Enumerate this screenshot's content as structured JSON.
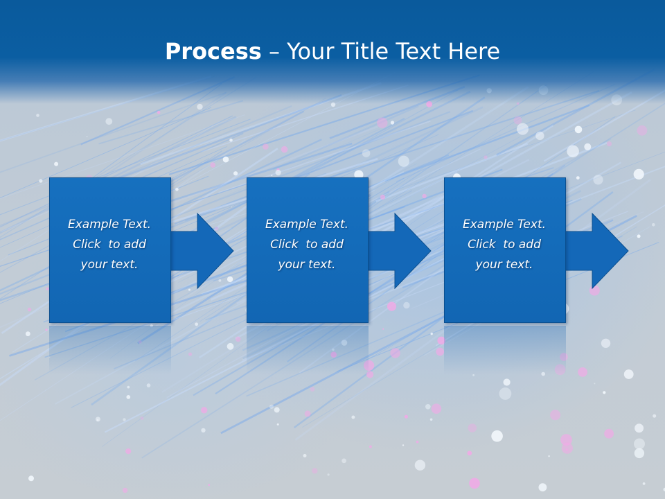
{
  "title": {
    "bold": "Process",
    "rest": " – Your Title Text Here"
  },
  "steps": [
    {
      "line1": "Example Text.",
      "line2": "Click  to add",
      "line3": "your text."
    },
    {
      "line1": "Example Text.",
      "line2": "Click  to add",
      "line3": "your text."
    },
    {
      "line1": "Example Text.",
      "line2": "Click  to add",
      "line3": "your text."
    }
  ],
  "colors": {
    "title_bar": "#0b5ea2",
    "box_fill": "#1468b8",
    "arrow_fill": "#1468b8",
    "text": "#ffffff"
  }
}
